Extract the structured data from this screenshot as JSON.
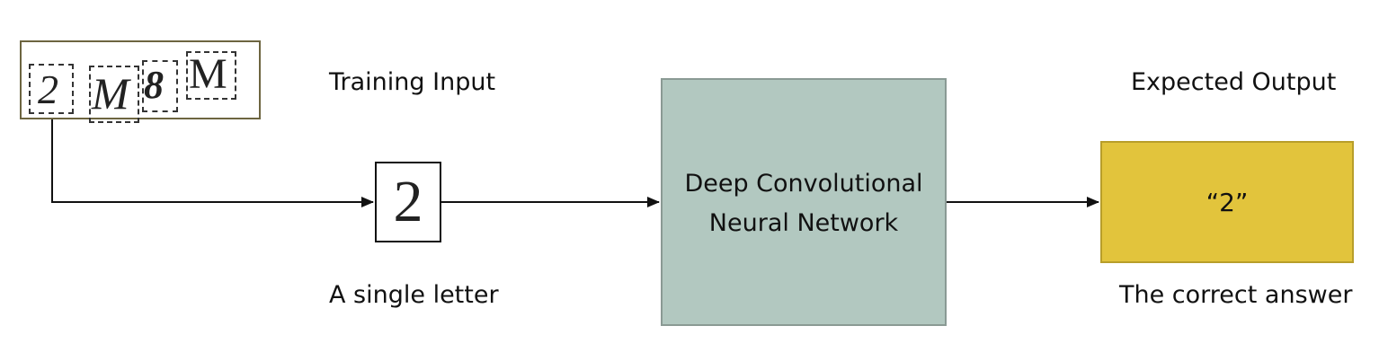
{
  "captcha": {
    "chars": [
      "2",
      "M",
      "8",
      "M"
    ]
  },
  "labels": {
    "training_input": "Training Input",
    "single_letter": "A single letter",
    "expected_output": "Expected Output",
    "correct_answer": "The correct answer"
  },
  "single_char": "2",
  "network": {
    "line1": "Deep Convolutional",
    "line2": "Neural Network"
  },
  "output_value": "“2”",
  "colors": {
    "network_fill": "#b2c8c0",
    "output_fill": "#e2c43c",
    "captcha_border": "#6d6540"
  }
}
